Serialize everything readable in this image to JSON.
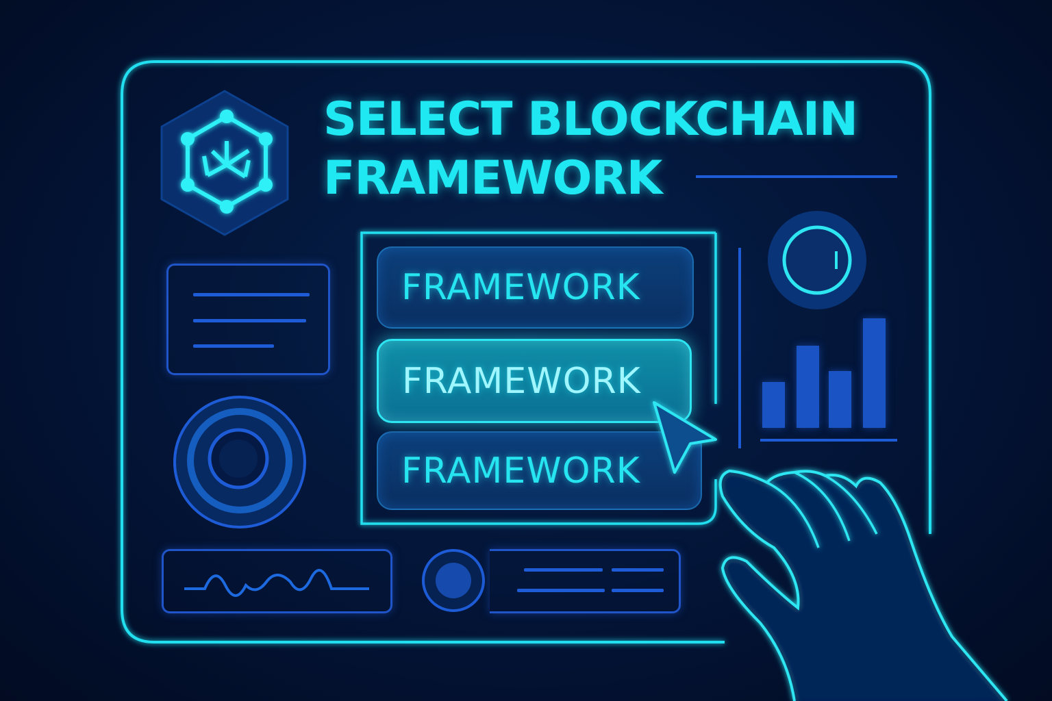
{
  "header": {
    "title_line1": "SELECT BLOCKCHAIN",
    "title_line2": "FRAMEWORK"
  },
  "framework_list": {
    "items": [
      {
        "label": "FRAMEWORK",
        "selected": false
      },
      {
        "label": "FRAMEWORK",
        "selected": true
      },
      {
        "label": "FRAMEWORK",
        "selected": false
      }
    ]
  },
  "bar_chart": {
    "levels": [
      0.42,
      0.75,
      0.52,
      1.0
    ]
  },
  "icons": [
    "blockchain-hexagon-logo-icon",
    "cursor-arrow-icon",
    "pointing-hand-icon",
    "ring-icon",
    "waveform-icon"
  ],
  "colors": {
    "background": "#031436",
    "accent_cyan": "#1fe8f2",
    "accent_blue": "#1d5cd6",
    "selected_fill": "#0f8fa8"
  }
}
